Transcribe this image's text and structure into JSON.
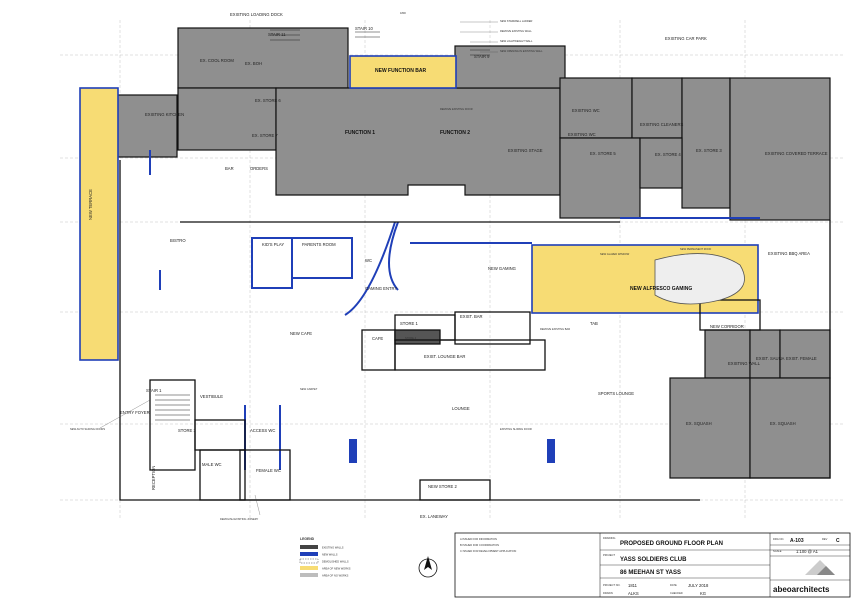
{
  "drawing": {
    "top_labels": {
      "dock": "EXISTING LOADING DOCK",
      "carpark": "EXISTING CAR PARK",
      "laneway": "EX. LANEWAY"
    },
    "dimension": "1800",
    "rooms": [
      {
        "id": "stair11",
        "name": "STAIR 11",
        "sub": ""
      },
      {
        "id": "stair10",
        "name": "STAIR 10",
        "sub": ""
      },
      {
        "id": "stair9",
        "name": "STAIR 9",
        "sub": ""
      },
      {
        "id": "coolroom",
        "name": "EX. COOL ROOM",
        "sub": ""
      },
      {
        "id": "boh",
        "name": "EX. BOH",
        "sub": ""
      },
      {
        "id": "store6",
        "name": "EX. STORE 6",
        "sub": ""
      },
      {
        "id": "kitchen",
        "name": "EXISTING KITCHEN",
        "sub": ""
      },
      {
        "id": "store7",
        "name": "EX. STORE 7",
        "sub": ""
      },
      {
        "id": "funcbar",
        "name": "NEW FUNCTION BAR",
        "sub": ""
      },
      {
        "id": "function1",
        "name": "FUNCTION 1",
        "sub": ""
      },
      {
        "id": "function2",
        "name": "FUNCTION 2",
        "sub": ""
      },
      {
        "id": "stage",
        "name": "EXISTING STAGE",
        "sub": ""
      },
      {
        "id": "wc1",
        "name": "EXISTING WC",
        "sub": ""
      },
      {
        "id": "wc2",
        "name": "EXISTING WC",
        "sub": ""
      },
      {
        "id": "store5",
        "name": "EX. STORE 5",
        "sub": ""
      },
      {
        "id": "cleaners",
        "name": "EXISTING CLEANERS",
        "sub": ""
      },
      {
        "id": "store4",
        "name": "EX. STORE 4",
        "sub": ""
      },
      {
        "id": "store3",
        "name": "EX. STORE 3",
        "sub": ""
      },
      {
        "id": "covered",
        "name": "EXISTING COVERED TERRACE",
        "sub": ""
      },
      {
        "id": "terrace",
        "name": "NEW TERRACE",
        "sub": ""
      },
      {
        "id": "bar",
        "name": "BAR",
        "sub": ""
      },
      {
        "id": "orders",
        "name": "ORDERS",
        "sub": ""
      },
      {
        "id": "bistro",
        "name": "BISTRO",
        "sub": ""
      },
      {
        "id": "kidsplay",
        "name": "KID'S PLAY",
        "sub": ""
      },
      {
        "id": "parents",
        "name": "PARENTS ROOM",
        "sub": ""
      },
      {
        "id": "wc",
        "name": "WC",
        "sub": ""
      },
      {
        "id": "gamingentry",
        "name": "GAMING ENTRY",
        "sub": ""
      },
      {
        "id": "newgaming",
        "name": "NEW GAMING",
        "sub": ""
      },
      {
        "id": "alfresco",
        "name": "NEW ALFRESCO GAMING",
        "sub": ""
      },
      {
        "id": "bbq",
        "name": "EXISTING BBQ AREA",
        "sub": ""
      },
      {
        "id": "newcafe",
        "name": "NEW CAFE",
        "sub": ""
      },
      {
        "id": "store1",
        "name": "STORE 1",
        "sub": ""
      },
      {
        "id": "exbar",
        "name": "EXIST. BAR",
        "sub": ""
      },
      {
        "id": "cafe",
        "name": "CAFE",
        "sub": ""
      },
      {
        "id": "store4b",
        "name": "STORE 4",
        "sub": ""
      },
      {
        "id": "lounge",
        "name": "EXIST. LOUNGE BAR",
        "sub": ""
      },
      {
        "id": "tab",
        "name": "TAB",
        "sub": ""
      },
      {
        "id": "corridor",
        "name": "NEW CORRIDOR",
        "sub": ""
      },
      {
        "id": "exwall",
        "name": "EXISTING WALL",
        "sub": ""
      },
      {
        "id": "sauna",
        "name": "EXIST. SAUNA",
        "sub": ""
      },
      {
        "id": "female",
        "name": "EXIST. FEMALE",
        "sub": ""
      },
      {
        "id": "stair1",
        "name": "STAIR 1",
        "sub": ""
      },
      {
        "id": "vestibule",
        "name": "VESTIBULE",
        "sub": ""
      },
      {
        "id": "foyer",
        "name": "ENTRY FOYER",
        "sub": ""
      },
      {
        "id": "store3b",
        "name": "STORE 3",
        "sub": ""
      },
      {
        "id": "lounge2",
        "name": "LOUNGE",
        "sub": ""
      },
      {
        "id": "sports",
        "name": "SPORTS LOUNGE",
        "sub": ""
      },
      {
        "id": "squash1",
        "name": "EX. SQUASH",
        "sub": ""
      },
      {
        "id": "squash2",
        "name": "EX. SQUASH",
        "sub": ""
      },
      {
        "id": "accesswc",
        "name": "ACCESS WC",
        "sub": ""
      },
      {
        "id": "malewc",
        "name": "MALE WC",
        "sub": ""
      },
      {
        "id": "femalewc",
        "name": "FEMALE WC",
        "sub": ""
      },
      {
        "id": "reception",
        "name": "RECEPTION",
        "sub": ""
      },
      {
        "id": "store2",
        "name": "NEW STORE 2",
        "sub": ""
      }
    ],
    "notes": [
      "NEW STAIRWELL LADDER",
      "REMOVE EXISTING WALL",
      "NEW LIGHTWEIGHT WALL",
      "NEW OPENING IN EXISTING WALL",
      "REMOVE EXISTING DOOR",
      "NEW GLAZED WINDOW",
      "REMOVE EXISTING BAR",
      "NEW CARPET",
      "EXISTING SLIDING DOOR",
      "NEW PERMANENT ROOF",
      "NEW AUTO SLIDING DOORS",
      "DEMOLISH EXISTING JOINERY"
    ]
  },
  "legend": {
    "title": "LEGEND",
    "items": [
      "EXISTING WALLS",
      "NEW WALLS",
      "DEMOLISHED WALLS",
      "AREA OF NEW WORKS",
      "AREA OF NO WORKS"
    ]
  },
  "title_block": {
    "drawing_label": "DRAWING",
    "drawing": "PROPOSED GROUND FLOOR PLAN",
    "project_label": "PROJECT",
    "project": "YASS SOLDIERS CLUB",
    "address": "86 MEEHAN ST YASS",
    "job_label": "PROJECT NO.",
    "job": "1811",
    "date_label": "DATE",
    "date": "JULY 2018",
    "drawn_label": "DRAWN",
    "drawn": "ALKS",
    "checked_label": "CHECKED",
    "checked": "KG",
    "sheet_label": "DRG NO.",
    "sheet": "A-103",
    "rev_label": "REV",
    "rev": "C",
    "scale_label": "SCALE",
    "scale": "1:100 @ A1",
    "revisions": [
      "A  ISSUED FOR INFORMATION",
      "B  ISSUED FOR COORDINATION",
      "C  ISSUED FOR DEVELOPMENT APPLICATION"
    ]
  },
  "brand": {
    "name": "abeoarchitects"
  },
  "colors": {
    "existing": "#8f8f8f",
    "existing_light": "#bdbdbd",
    "new_wall": "#1f3fb8",
    "new_area": "#f7dc74",
    "line": "#111111"
  },
  "icons": {
    "north": "north-arrow-icon",
    "logo": "abeo-logo-icon"
  }
}
